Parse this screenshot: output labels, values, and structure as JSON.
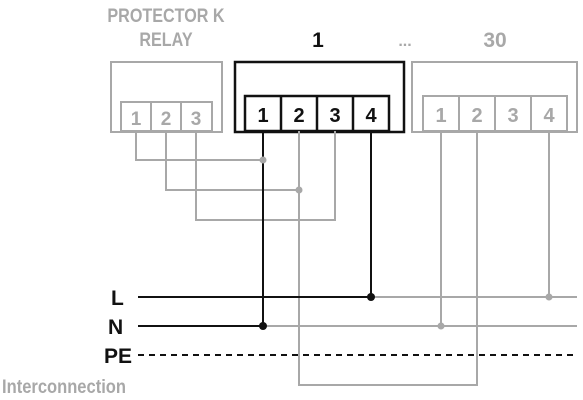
{
  "relay": {
    "title_line1": "PROTECTOR K",
    "title_line2": "RELAY",
    "terminals": [
      "1",
      "2",
      "3"
    ]
  },
  "device_first": {
    "label": "1",
    "terminals": [
      "1",
      "2",
      "3",
      "4"
    ]
  },
  "ellipsis": "...",
  "device_last": {
    "label": "30",
    "terminals": [
      "1",
      "2",
      "3",
      "4"
    ]
  },
  "bus": {
    "L": "L",
    "N": "N",
    "PE": "PE",
    "interconnection": "Interconnection"
  },
  "colors": {
    "active": "#111111",
    "inactive": "#a8a8a8"
  }
}
